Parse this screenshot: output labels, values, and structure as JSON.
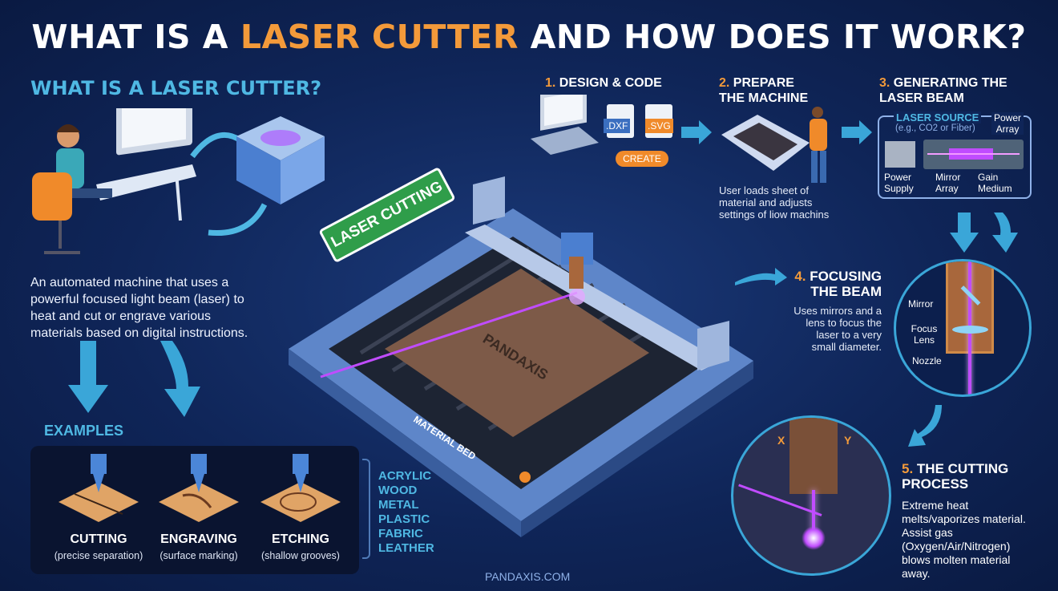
{
  "title": {
    "part1": "WHAT IS A ",
    "highlight": "LASER CUTTER",
    "part2": " AND HOW DOES IT WORK?"
  },
  "intro": {
    "heading": "WHAT IS A LASER CUTTER?",
    "description": "An automated machine that uses a powerful focused light beam (laser) to heat and cut or engrave various materials based on digital instructions."
  },
  "sign": "LASER CUTTING",
  "machine": {
    "bed_label": "MATERIAL BED",
    "logo_text": "PANDAXIS"
  },
  "steps": {
    "s1": {
      "num": "1.",
      "title": "DESIGN & CODE",
      "files": [
        ".DXF",
        ".SVG"
      ],
      "button": "CREATE"
    },
    "s2": {
      "num": "2.",
      "title": "PREPARE THE MACHINE",
      "text": "User loads sheet of material and adjusts settings of liow machins"
    },
    "s3": {
      "num": "3.",
      "title": "GENERATING THE LASER BEAM",
      "source_title": "LASER SOURCE",
      "source_sub": "(e.g., CO2 or Fiber)",
      "labels": {
        "power_array": "Power Array",
        "power_supply": "Power Supply",
        "mirror_array": "Mirror Array",
        "gain_medium": "Gain Medium"
      }
    },
    "s4": {
      "num": "4.",
      "title": "FOCUSING THE BEAM",
      "text": "Uses mirrors and a lens to focus the laser to a very small diameter.",
      "labels": {
        "mirror": "Mirror",
        "lens": "Focus Lens",
        "nozzle": "Nozzle"
      }
    },
    "s5": {
      "num": "5.",
      "title": "THE CUTTING PROCESS",
      "text": "Extreme heat melts/vaporizes material. Assist gas (Oxygen/Air/Nitrogen) blows molten material away.",
      "axes": [
        "X",
        "Y"
      ]
    }
  },
  "examples": {
    "heading": "EXAMPLES",
    "items": [
      {
        "label": "CUTTING",
        "caption": "(precise separation)"
      },
      {
        "label": "ENGRAVING",
        "caption": "(surface marking)"
      },
      {
        "label": "ETCHING",
        "caption": "(shallow grooves)"
      }
    ]
  },
  "materials": [
    "ACRYLIC",
    "WOOD",
    "METAL",
    "PLASTIC",
    "FABRIC",
    "LEATHER"
  ],
  "footer": "PANDAXIS.COM",
  "colors": {
    "accent": "#f39a3a",
    "cyan": "#4fb8e3",
    "laser": "#c04cff",
    "background": "#0f2558"
  }
}
